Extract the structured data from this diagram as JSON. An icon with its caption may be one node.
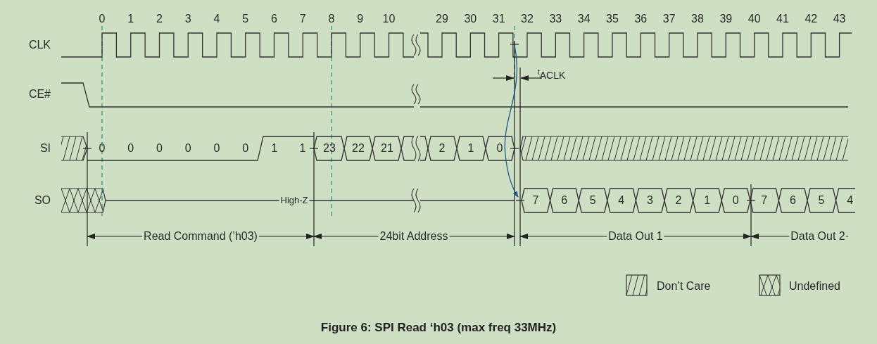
{
  "diagram": {
    "caption": "Figure 6: SPI Read ‘h03 (max freq 33MHz)",
    "labels": [
      "0",
      "1",
      "2",
      "3",
      "4",
      "5",
      "6",
      "7",
      "8",
      "9",
      "10",
      "29",
      "30",
      "31",
      "32",
      "33",
      "34",
      "35",
      "36",
      "37",
      "38",
      "39",
      "40",
      "41",
      "42",
      "43",
      "CLK",
      "$^{t}$ACLK",
      "CE#",
      "SI",
      "0",
      "0",
      "0",
      "0",
      "0",
      "0",
      "1",
      "1",
      "23",
      "22",
      "21",
      "2",
      "1",
      "0",
      "SO",
      "High-Z",
      "7",
      "6",
      "5",
      "4",
      "3",
      "2",
      "1",
      "0",
      "7",
      "6",
      "5",
      "4",
      "Read Command (’h03)",
      "24bit Address",
      "Data Out 1",
      "Data Out 2"
    ],
    "legend": [
      {
        "text": "Don’t Care"
      },
      {
        "text": "Undefined"
      }
    ]
  }
}
